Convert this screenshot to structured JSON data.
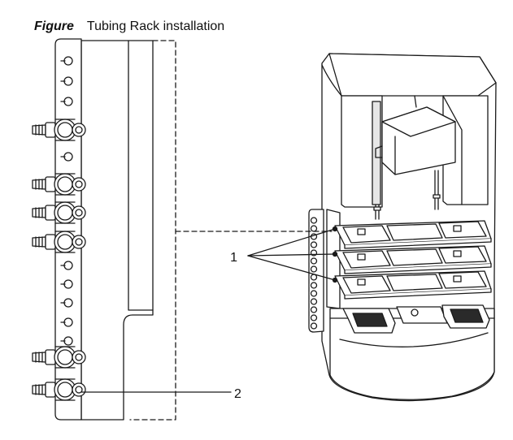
{
  "caption": {
    "label": "Figure",
    "title": "Tubing Rack installation"
  },
  "callouts": [
    {
      "number": "1"
    },
    {
      "number": "2"
    }
  ],
  "colors": {
    "line": "#1a1a1a",
    "fill": "#ffffff",
    "dark": "#2a2a2a"
  }
}
